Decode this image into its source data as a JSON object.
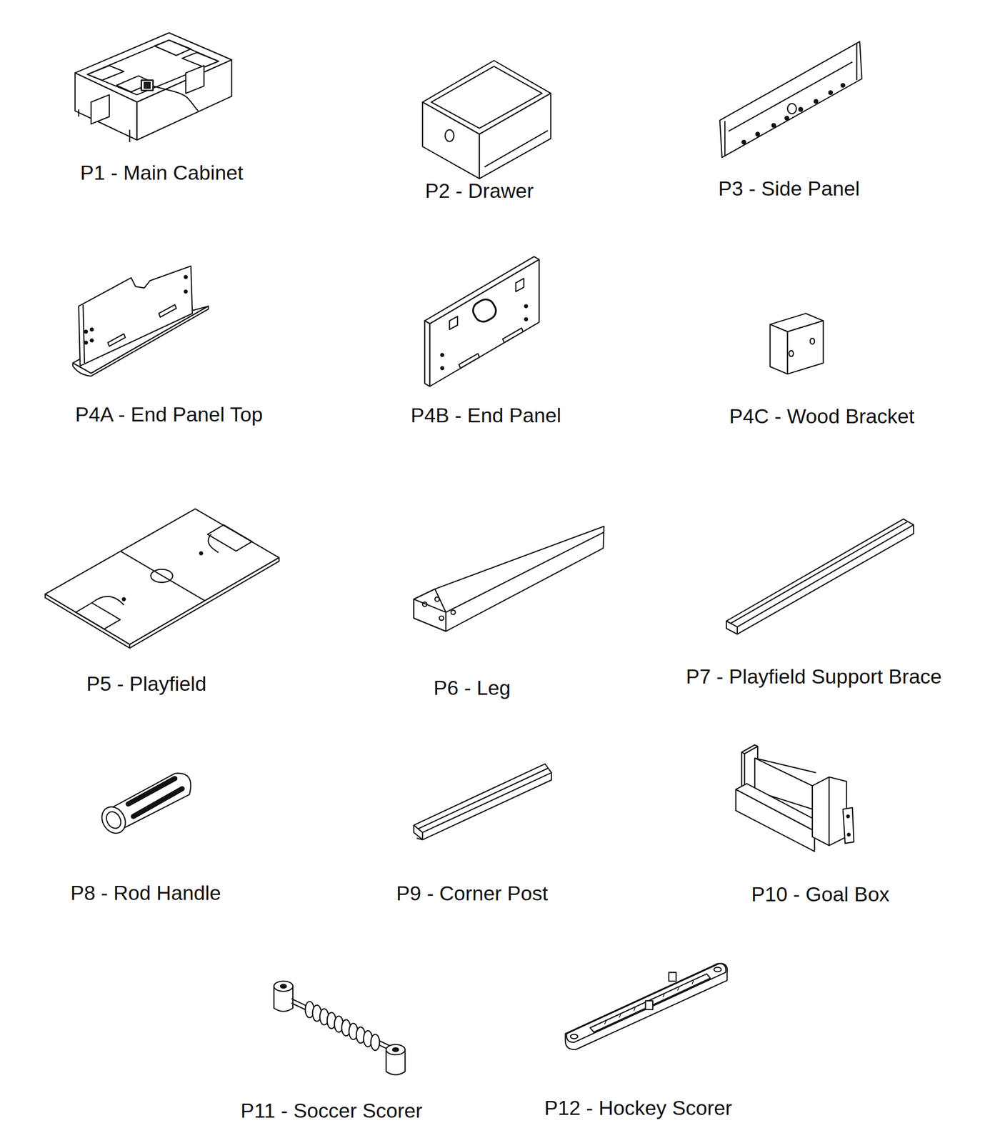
{
  "diagram": {
    "labels": [
      "P1 - Main Cabinet",
      "P2 - Drawer",
      "P3 - Side Panel",
      "P4A - End Panel Top",
      "P4B - End Panel",
      "P4C - Wood Bracket",
      "P5 - Playfield",
      "P6 - Leg",
      "P7 - Playfield Support Brace",
      "P8 - Rod Handle",
      "P9 - Corner Post",
      "P10 - Goal Box",
      "P11 - Soccer Scorer",
      "P12 - Hockey Scorer"
    ]
  }
}
